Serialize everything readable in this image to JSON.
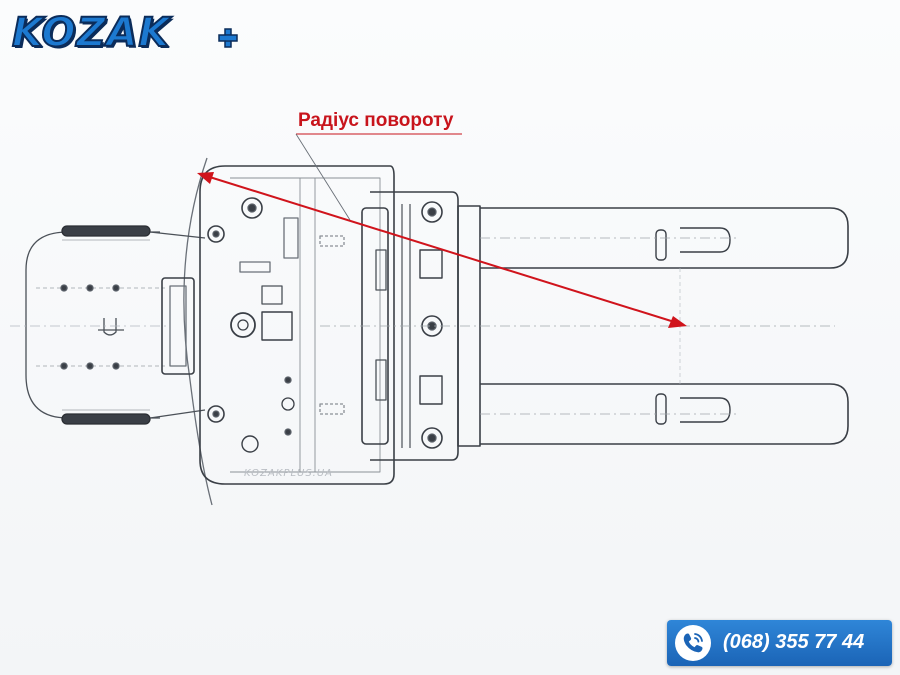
{
  "brand": {
    "logo_text": "KOZAK",
    "logo_plus": "+",
    "colors": {
      "primary": "#1c79d0",
      "outline": "#0b2c5a"
    }
  },
  "diagram": {
    "callout_label": "Радіус повороту",
    "watermark_site": "KOZAKPLUS.UA",
    "callout_color": "#c8141c",
    "line_color": "#5a6068"
  },
  "contact": {
    "phone_icon": "phone-icon",
    "phone_number": "(068) 355 77 44",
    "box_color": "#1f6fc4"
  }
}
